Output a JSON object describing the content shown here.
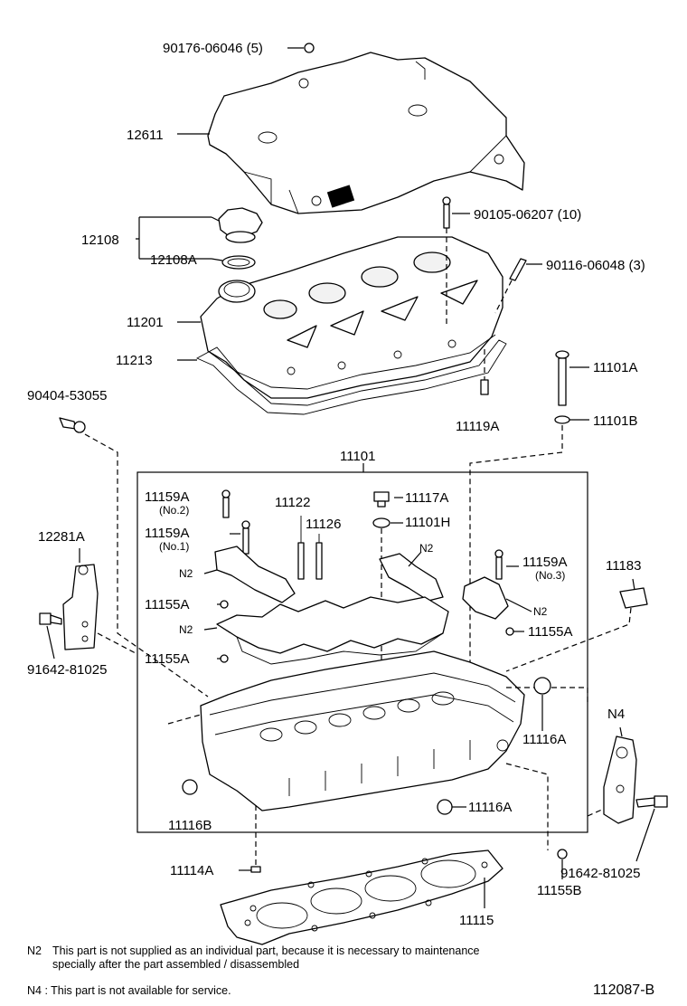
{
  "labels": {
    "p90176": "90176-06046 (5)",
    "p12611": "12611",
    "p12108": "12108",
    "p12108A": "12108A",
    "p90105": "90105-06207 (10)",
    "p90116": "90116-06048 (3)",
    "p11201": "11201",
    "p11213": "11213",
    "p11101A": "11101A",
    "p90404": "90404-53055",
    "p11119A": "11119A",
    "p11101B": "11101B",
    "p11101": "11101",
    "p11159A_no2": "11159A",
    "no2": "(No.2)",
    "p11122": "11122",
    "p11117A": "11117A",
    "p11126": "11126",
    "p11101H": "11101H",
    "p11159A_no1": "11159A",
    "no1": "(No.1)",
    "p12281A": "12281A",
    "n2_a": "N2",
    "n2_b": "N2",
    "p11159A_no3": "11159A",
    "no3": "(No.3)",
    "p11183": "11183",
    "n2_c": "N2",
    "p11155A_a": "11155A",
    "n2_d": "N2",
    "p11155A_b": "11155A",
    "p11155A_c": "11155A",
    "p91642_left": "91642-81025",
    "n4": "N4",
    "p11116A_a": "11116A",
    "p11116B": "11116B",
    "p11116A_b": "11116A",
    "p91642_right": "91642-81025",
    "p11114A": "11114A",
    "p11155B": "11155B",
    "p11115": "11115"
  },
  "notes": {
    "n2_marker": "N2",
    "n2_line1": "This part is not supplied as an individual part, because it is necessary to maintenance",
    "n2_line2": "specially after the part assembled / disassembled",
    "n4_text": "N4 : This part is not available for service."
  },
  "figure_id": "112087-B"
}
